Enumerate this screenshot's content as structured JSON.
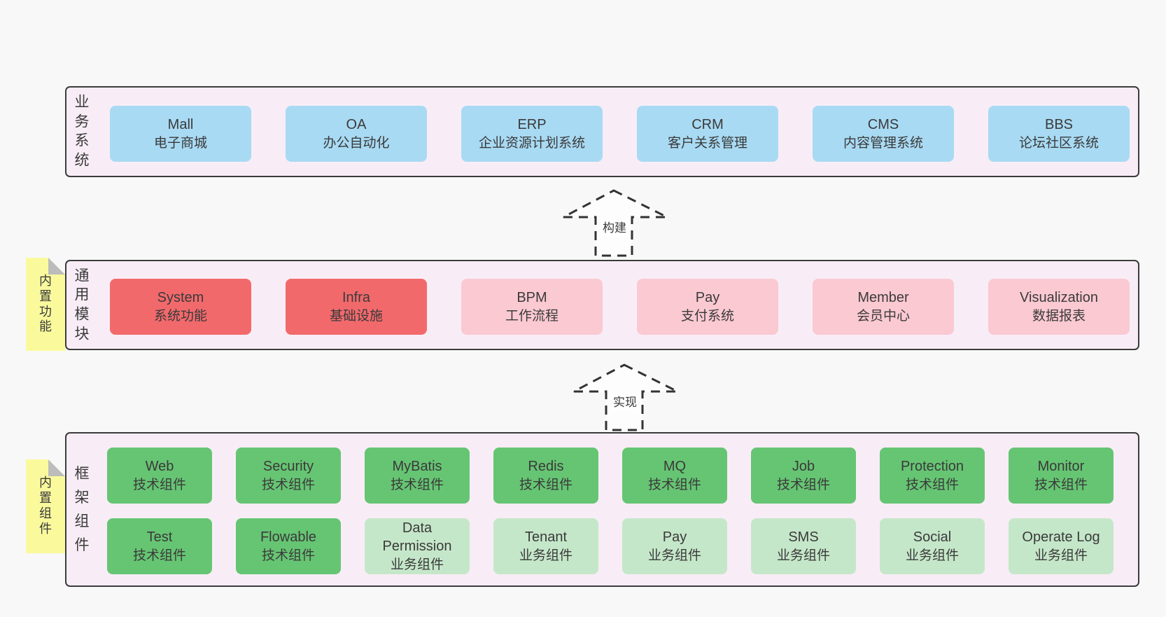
{
  "colors": {
    "page-bg": "#f8f8f8",
    "panel-bg": "#f8edf6",
    "panel-border": "#3c3c3c",
    "box-blue": "#a9daf3",
    "box-red": "#f2696c",
    "box-pink": "#fbc9d2",
    "box-green": "#66c573",
    "box-green-light": "#c5e7c9",
    "tag-yellow": "#fafa9d",
    "tag-fold": "#bcbcbc",
    "arrow": "#333333",
    "text": "#3a3a3a"
  },
  "panels": {
    "business": {
      "label": "业务系统",
      "boxes": [
        {
          "name": "Mall",
          "subtitle": "电子商城"
        },
        {
          "name": "OA",
          "subtitle": "办公自动化"
        },
        {
          "name": "ERP",
          "subtitle": "企业资源计划系统"
        },
        {
          "name": "CRM",
          "subtitle": "客户关系管理"
        },
        {
          "name": "CMS",
          "subtitle": "内容管理系统"
        },
        {
          "name": "BBS",
          "subtitle": "论坛社区系统"
        }
      ]
    },
    "modules": {
      "label": "通用模块",
      "tag": "内置功能",
      "boxes": [
        {
          "name": "System",
          "subtitle": "系统功能"
        },
        {
          "name": "Infra",
          "subtitle": "基础设施"
        },
        {
          "name": "BPM",
          "subtitle": "工作流程"
        },
        {
          "name": "Pay",
          "subtitle": "支付系统"
        },
        {
          "name": "Member",
          "subtitle": "会员中心"
        },
        {
          "name": "Visualization",
          "subtitle": "数据报表"
        }
      ]
    },
    "framework": {
      "label": "框架组件",
      "tag": "内置组件",
      "row1": [
        {
          "name": "Web",
          "subtitle": "技术组件"
        },
        {
          "name": "Security",
          "subtitle": "技术组件"
        },
        {
          "name": "MyBatis",
          "subtitle": "技术组件"
        },
        {
          "name": "Redis",
          "subtitle": "技术组件"
        },
        {
          "name": "MQ",
          "subtitle": "技术组件"
        },
        {
          "name": "Job",
          "subtitle": "技术组件"
        },
        {
          "name": "Protection",
          "subtitle": "技术组件"
        },
        {
          "name": "Monitor",
          "subtitle": "技术组件"
        }
      ],
      "row2": [
        {
          "name": "Test",
          "subtitle": "技术组件"
        },
        {
          "name": "Flowable",
          "subtitle": "技术组件"
        },
        {
          "name": "Data Permission",
          "subtitle": "业务组件"
        },
        {
          "name": "Tenant",
          "subtitle": "业务组件"
        },
        {
          "name": "Pay",
          "subtitle": "业务组件"
        },
        {
          "name": "SMS",
          "subtitle": "业务组件"
        },
        {
          "name": "Social",
          "subtitle": "业务组件"
        },
        {
          "name": "Operate Log",
          "subtitle": "业务组件"
        }
      ]
    }
  },
  "arrows": [
    {
      "label": "构建"
    },
    {
      "label": "实现"
    }
  ]
}
